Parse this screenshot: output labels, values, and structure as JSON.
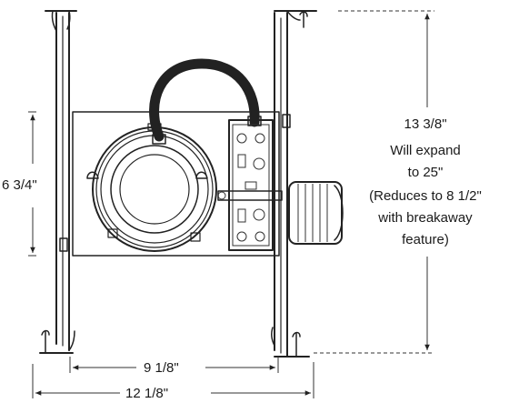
{
  "dimensions": {
    "height": "6 3/4\"",
    "inner_width": "9 1/8\"",
    "outer_width": "12 1/8\"",
    "bar": {
      "line1": "13 3/8\"",
      "line2": "Will expand",
      "line3": "to 25\"",
      "line4": "(Reduces to 8 1/2\"",
      "line5": "with breakaway",
      "line6": "feature)"
    }
  },
  "colors": {
    "ink": "#222222",
    "background": "#ffffff"
  }
}
